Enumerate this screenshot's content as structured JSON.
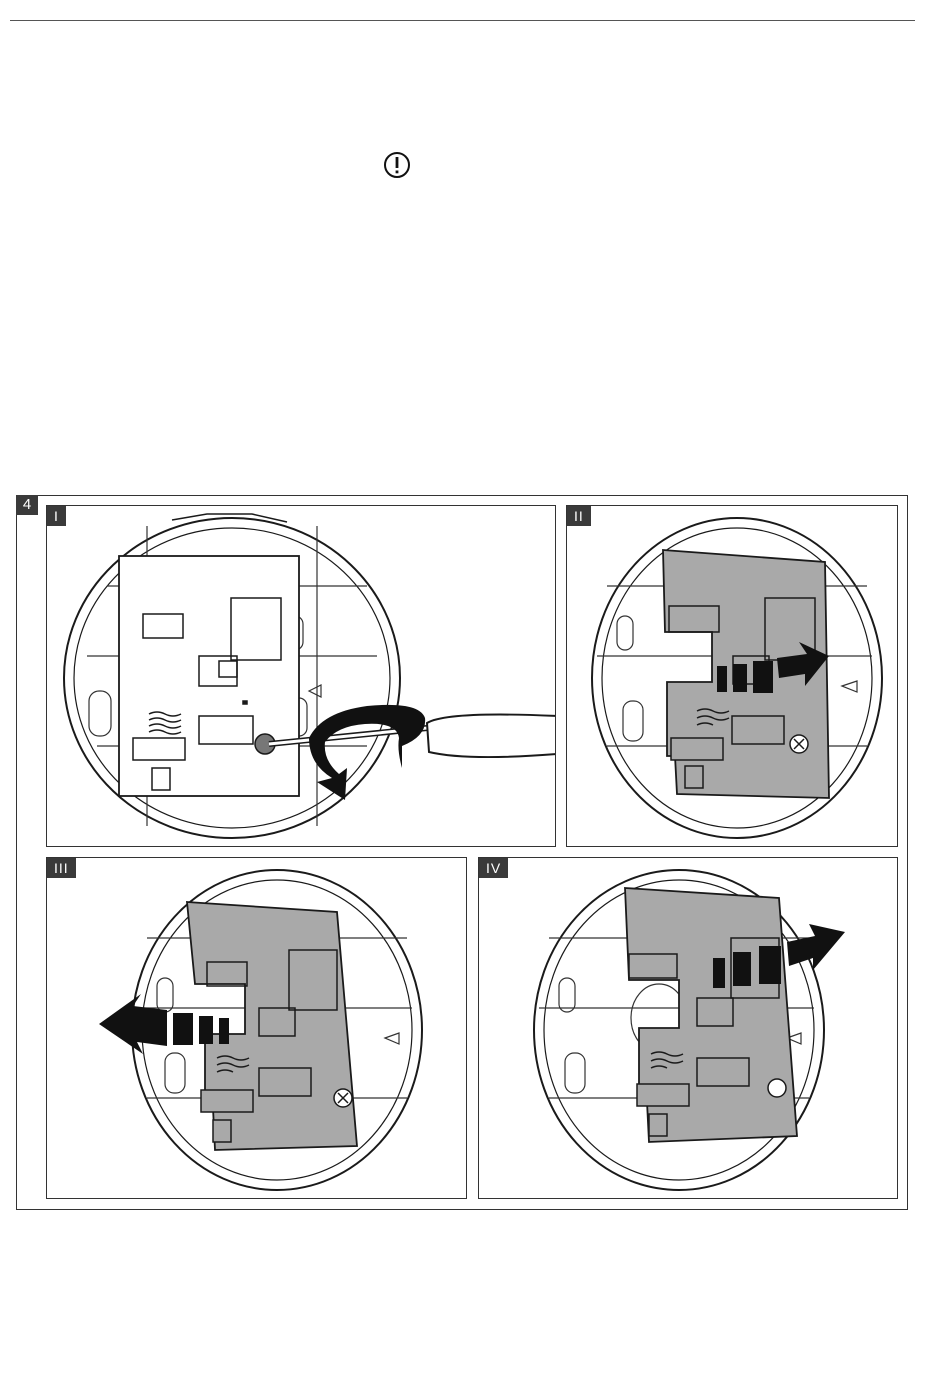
{
  "figure": {
    "number": "4",
    "panels": [
      {
        "label": "I",
        "action": "unscrew"
      },
      {
        "label": "II",
        "action": "slide-right"
      },
      {
        "label": "III",
        "action": "slide-left"
      },
      {
        "label": "IV",
        "action": "slide-out-right"
      }
    ]
  },
  "icons": {
    "warning": "exclamation-circle-icon",
    "screwdriver": "screwdriver-icon",
    "rotate": "rotate-arrow-icon",
    "arrow": "dashed-arrow-icon"
  },
  "colors": {
    "board_gray": "#a9a9a9",
    "line": "#1a1a1a",
    "label_bg": "#3a3a3a"
  }
}
